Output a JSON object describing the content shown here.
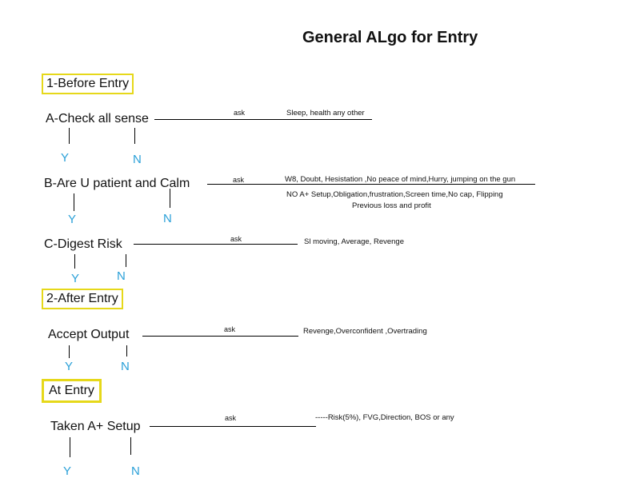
{
  "title": "General ALgo for Entry",
  "accent_color": "#e6d81a",
  "yn_color": "#2aa0d8",
  "sections": [
    {
      "label": "1-Before Entry"
    },
    {
      "label": "2-After Entry"
    },
    {
      "label": "At Entry"
    }
  ],
  "nodes": [
    {
      "question": "A-Check all sense",
      "ask": "ask",
      "note_lines": [
        "Sleep, health any other"
      ],
      "yes": "Y",
      "no": "N"
    },
    {
      "question": "B-Are U patient and Calm",
      "ask": "ask",
      "note_lines": [
        "W8, Doubt, Hesistation ,No peace of mind,Hurry, jumping on the gun",
        "NO A+ Setup,Obligation,frustration,Screen time,No cap, Flipping",
        "Previous loss and profit"
      ],
      "yes": "Y",
      "no": "N"
    },
    {
      "question": "C-Digest Risk",
      "ask": "ask",
      "note_lines": [
        "Sl moving,  Average, Revenge"
      ],
      "yes": "Y",
      "no": "N"
    },
    {
      "question": "Accept Output",
      "ask": "ask",
      "note_lines": [
        "Revenge,Overconfident ,Overtrading"
      ],
      "yes": "Y",
      "no": "N"
    },
    {
      "question": "Taken A+ Setup",
      "ask": "ask",
      "note_lines": [
        "-----Risk(5%),  FVG,Direction, BOS or any"
      ],
      "yes": "Y",
      "no": "N"
    }
  ]
}
